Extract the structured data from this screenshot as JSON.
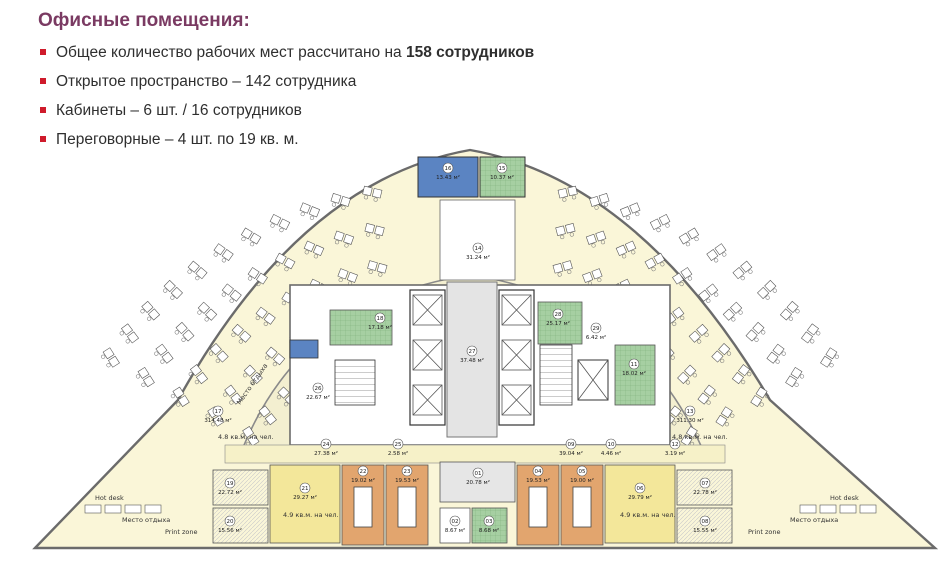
{
  "title": "Офисные помещения:",
  "bullets": [
    {
      "pre": "Общее количество рабочих мест рассчитано на ",
      "bold": "158 сотрудников"
    },
    {
      "pre": "Открытое пространство – 142 сотрудника",
      "bold": ""
    },
    {
      "pre": "Кабинеты – 6 шт. / 16 сотрудников",
      "bold": ""
    },
    {
      "pre": "Переговорные – 4 шт. по 19 кв. м.",
      "bold": ""
    }
  ],
  "colors": {
    "title": "#7a3a62",
    "bullet": "#cf1b2b",
    "office_yellow": "#f3e79a",
    "meeting_orange": "#e2a56e",
    "green": "#9cc79a",
    "blue": "#5b84c2",
    "corridor": "#f6f1c8"
  },
  "plan": {
    "rooms": [
      {
        "id": "16",
        "area": "13.43 м²"
      },
      {
        "id": "15",
        "area": "10.37 м²"
      },
      {
        "id": "14",
        "area": "31.24 м²"
      },
      {
        "id": "17",
        "area": "314.48 м²"
      },
      {
        "id": "13",
        "area": "311.30 м²"
      },
      {
        "id": "18",
        "area": "17.18 м²"
      },
      {
        "id": "26",
        "area": "22.67 м²"
      },
      {
        "id": "27",
        "area": "37.48 м²"
      },
      {
        "id": "28",
        "area": "25.17 м²"
      },
      {
        "id": "29",
        "area": "6.42 м²"
      },
      {
        "id": "11",
        "area": "18.02 м²"
      },
      {
        "id": "24",
        "area": "27.38 м²"
      },
      {
        "id": "25",
        "area": "2.58 м²"
      },
      {
        "id": "09",
        "area": "39.04 м²"
      },
      {
        "id": "10",
        "area": "4.46 м²"
      },
      {
        "id": "12",
        "area": "3.19 м²"
      },
      {
        "id": "01",
        "area": "20.78 м²"
      },
      {
        "id": "19",
        "area": "22.72 м²"
      },
      {
        "id": "21",
        "area": "29.27 м²"
      },
      {
        "id": "22",
        "area": "19.02 м²"
      },
      {
        "id": "23",
        "area": "19.53 м²"
      },
      {
        "id": "04",
        "area": "19.53 м²"
      },
      {
        "id": "05",
        "area": "19.00 м²"
      },
      {
        "id": "06",
        "area": "29.79 м²"
      },
      {
        "id": "07",
        "area": "22.78 м²"
      },
      {
        "id": "20",
        "area": "15.56 м²"
      },
      {
        "id": "02",
        "area": "8.67 м²"
      },
      {
        "id": "03",
        "area": "8.68 м²"
      },
      {
        "id": "08",
        "area": "15.55 м²"
      }
    ],
    "notes": {
      "left_ratio": "4.8 кв.м. на чел.",
      "right_ratio": "4.8 кв.м. на чел.",
      "office_left_ratio": "4.9 кв.м. на чел.",
      "office_right_ratio": "4.9 кв.м. на чел.",
      "hot_desk_left": "Hot desk",
      "hot_desk_right": "Hot desk",
      "rest_left": "Место отдыха",
      "rest_right": "Место отдыха",
      "print_left": "Print zone",
      "print_right": "Print zone",
      "diagonal_rest": "Место отдыха"
    }
  }
}
